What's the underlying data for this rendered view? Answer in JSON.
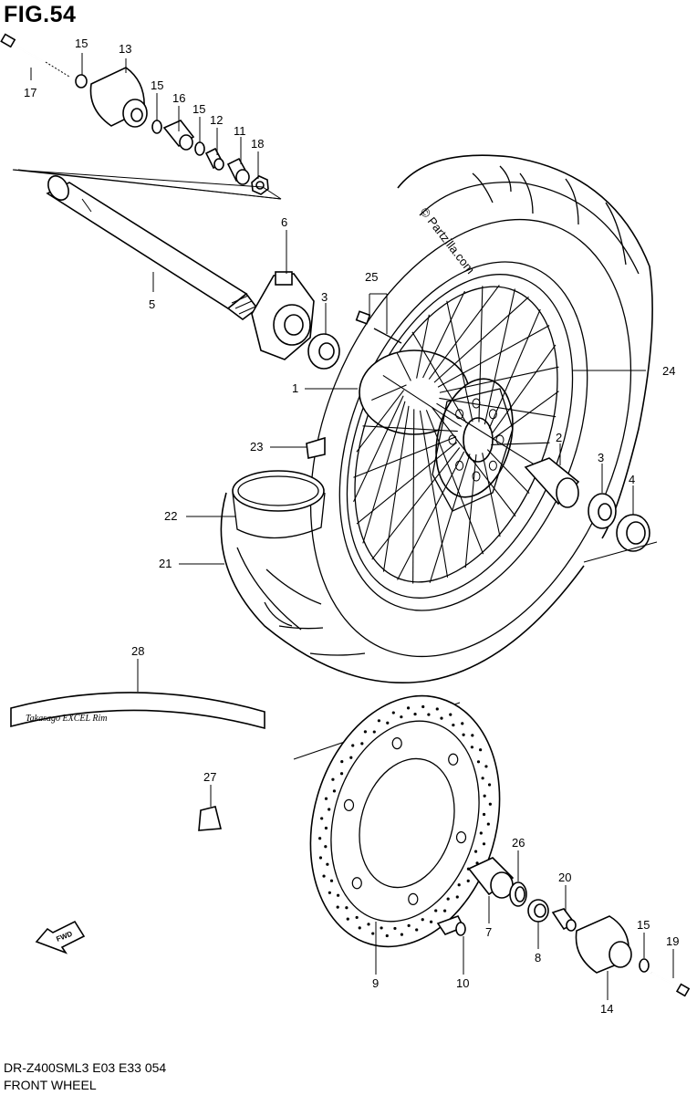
{
  "header": {
    "fig_label": "FIG.54"
  },
  "footer": {
    "model_line": "DR-Z400SML3  E03  E33  054",
    "section_title": "FRONT WHEEL"
  },
  "watermark": {
    "text": "© Partzilla.com"
  },
  "rim_sticker": {
    "text": "Takasago EXCEL Rim"
  },
  "fwd_icon": {
    "text": "FWD"
  },
  "callouts": [
    "17",
    "15",
    "13",
    "15",
    "16",
    "15",
    "12",
    "11",
    "18",
    "6",
    "5",
    "3",
    "25",
    "1",
    "24",
    "23",
    "2",
    "3",
    "4",
    "22",
    "21",
    "28",
    "27",
    "26",
    "20",
    "7",
    "8",
    "15",
    "19",
    "10",
    "9",
    "14"
  ],
  "colors": {
    "line": "#000000",
    "background": "#ffffff"
  }
}
